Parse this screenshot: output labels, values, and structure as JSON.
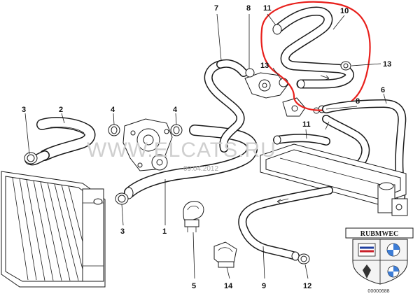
{
  "callouts": {
    "c1": "1",
    "c2": "2",
    "c3a": "3",
    "c3b": "3",
    "c4a": "4",
    "c4b": "4",
    "c5": "5",
    "c6": "6",
    "c7": "7",
    "c8a": "8",
    "c8b": "8",
    "c9": "9",
    "c10": "10",
    "c11a": "11",
    "c11b": "11",
    "c12": "12",
    "c13a": "13",
    "c13b": "13",
    "c14": "14"
  },
  "watermark": {
    "text": "WWW.ELCATS.RU",
    "date": "09.04.2012"
  },
  "badge": {
    "text": "RUBMWEC"
  },
  "document_id": "00000688",
  "colors": {
    "highlight": "#e8201c",
    "line": "#1a1a1a",
    "watermark": "#cfcfcf"
  }
}
